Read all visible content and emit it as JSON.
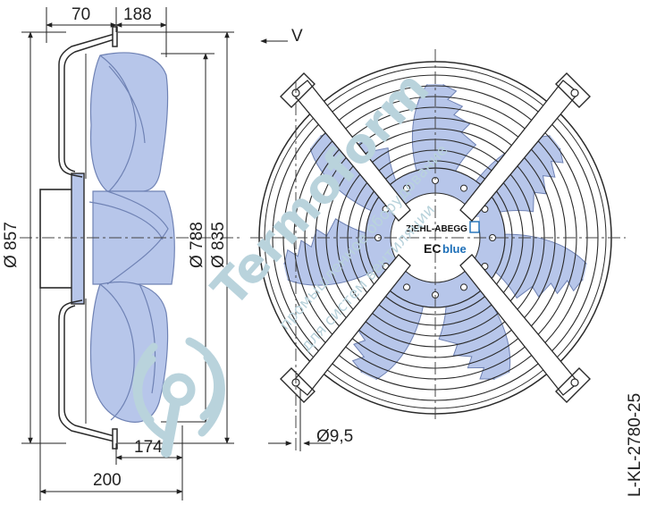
{
  "side_view": {
    "dim_top_left": "70",
    "dim_top_right": "188",
    "dim_overall_diameter": "Ø 857",
    "dim_guard_diameter": "Ø 788",
    "dim_mount_diameter": "Ø 835",
    "dim_bottom_inner": "174",
    "dim_bottom_overall": "200"
  },
  "front_view": {
    "view_label": "V",
    "hole_diameter": "Ø9,5",
    "brand": "ZIEHL-ABEGG",
    "badge_prefix": "EC",
    "badge_suffix": "blue"
  },
  "drawing_number": "L-KL-2780-25",
  "watermark": {
    "name": "Termoform",
    "line1": "промышленное оборудование",
    "line2": "для систем вентиляции"
  },
  "colors": {
    "blade": "#b7c6ea",
    "blade_edge": "#6f82b4",
    "line": "#2a2a2a",
    "watermark": "#b9d3dc",
    "badge_blue": "#1d6fb8"
  }
}
